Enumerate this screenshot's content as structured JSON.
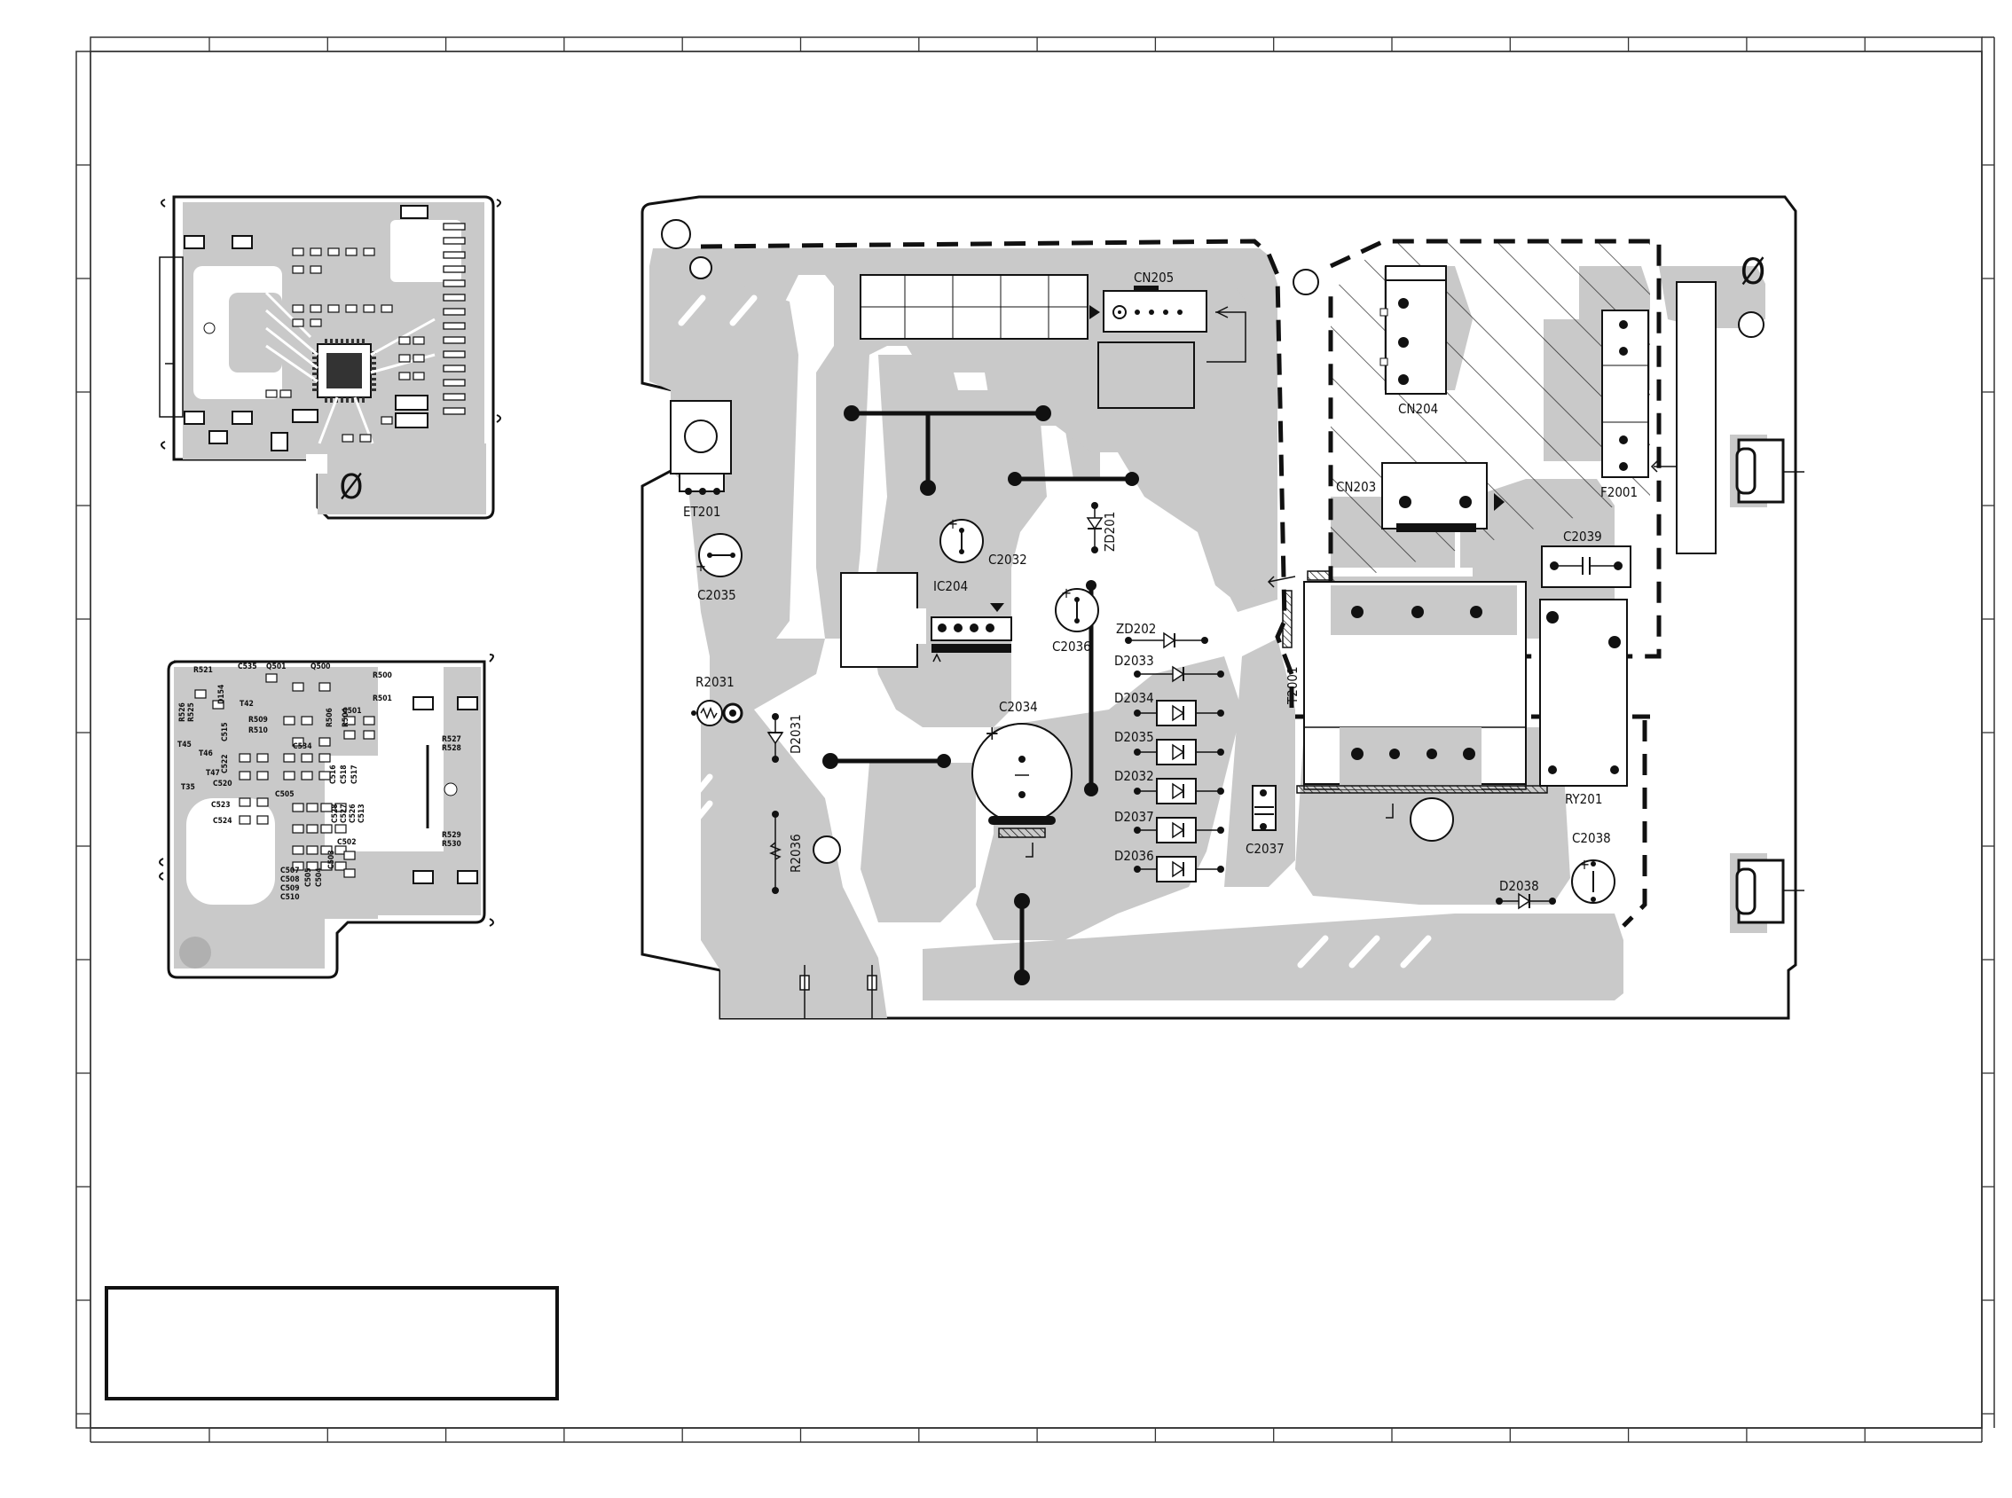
{
  "colors": {
    "copper": "#c9c9c9",
    "ink": "#111111",
    "paper": "#ffffff"
  },
  "main_board": {
    "labels": {
      "cn205": "CN205",
      "cn204": "CN204",
      "cn203": "CN203",
      "et201": "ET201",
      "c2035": "C2035",
      "c2032": "C2032",
      "ic204": "IC204",
      "zd201": "ZD201",
      "c2036": "C2036",
      "zd202": "ZD202",
      "d2033": "D2033",
      "d2034": "D2034",
      "d2035": "D2035",
      "d2032": "D2032",
      "d2037": "D2037",
      "d2036": "D2036",
      "r2031": "R2031",
      "d2031": "D2031",
      "r2036": "R2036",
      "c2034": "C2034",
      "c2037": "C2037",
      "t2001": "T2001",
      "f2001": "F2001",
      "c2039": "C2039",
      "ry201": "RY201",
      "c2038": "C2038",
      "d2038": "D2038"
    },
    "ground_symbol": "Ø"
  },
  "board_a": {
    "ground_symbol": "Ø"
  },
  "board_b": {
    "labels": {
      "r521": "R521",
      "c535": "C535",
      "q501": "Q501",
      "q500": "Q500",
      "r500": "R500",
      "r501": "R501",
      "r526": "R526",
      "r525": "R525",
      "d154": "D154",
      "t42": "T42",
      "c501": "C501",
      "t45": "T45",
      "r509": "R509",
      "r510": "R510",
      "c534": "C534",
      "r506": "R506",
      "r504": "R504",
      "t46": "T46",
      "c515": "C515",
      "t47": "T47",
      "c522": "C522",
      "t35": "T35",
      "c520": "C520",
      "c516": "C516",
      "c518": "C518",
      "c517": "C517",
      "c505": "C505",
      "r527": "R527",
      "r528": "R528",
      "c523": "C523",
      "c524": "C524",
      "c528": "C528",
      "c527": "C527",
      "c526": "C526",
      "c513": "C513",
      "c502": "C502",
      "r529": "R529",
      "r530": "R530",
      "c507": "C507",
      "c508": "C508",
      "c509": "C509",
      "c510": "C510",
      "c503": "C503",
      "c504": "C504",
      "c505b": "C505"
    }
  },
  "title_block": {
    "text": ""
  }
}
